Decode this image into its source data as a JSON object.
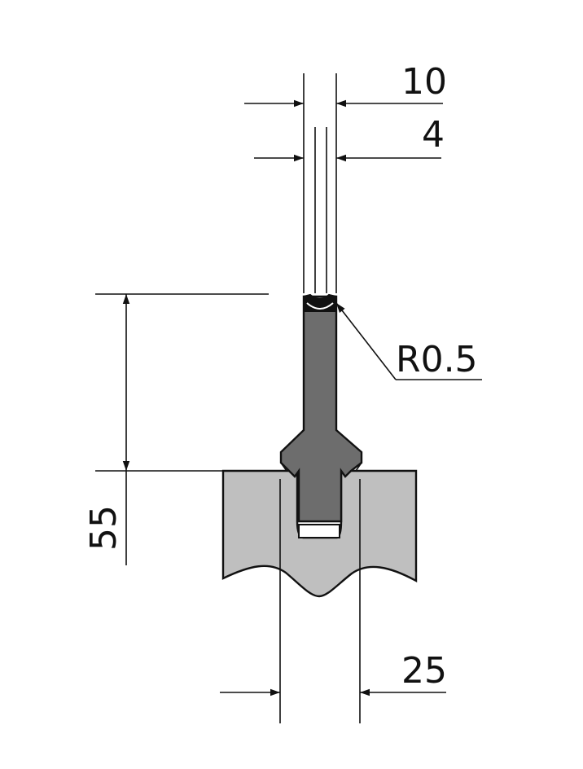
{
  "dimensions": {
    "top_width": "10",
    "tip_width": "4",
    "radius": "R0.5",
    "height": "55",
    "die_opening": "25"
  },
  "colors": {
    "punch_fill": "#6d6d6d",
    "die_fill": "#bfbfbf",
    "line": "#111111",
    "background": "#ffffff"
  }
}
